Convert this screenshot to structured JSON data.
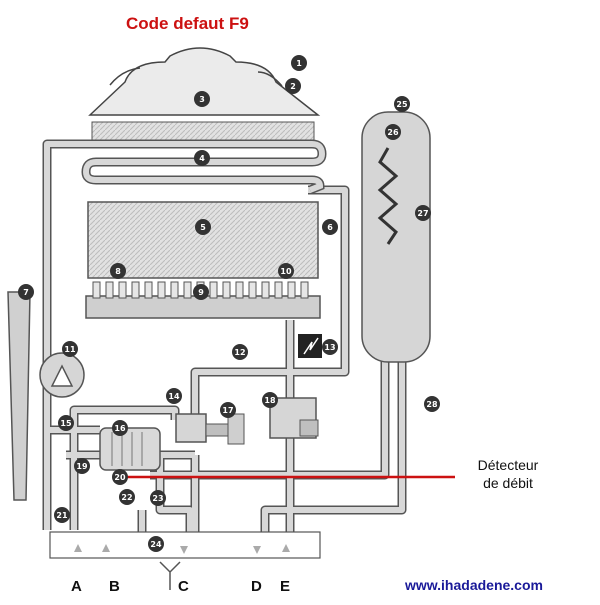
{
  "title": "Code defaut F9",
  "annotation": {
    "line1": "Détecteur",
    "line2": "de débit"
  },
  "website": "www.ihadadene.com",
  "ports": [
    "A",
    "B",
    "C",
    "D",
    "E"
  ],
  "markers": [
    "1",
    "2",
    "3",
    "4",
    "5",
    "6",
    "7",
    "8",
    "9",
    "10",
    "11",
    "12",
    "13",
    "14",
    "15",
    "16",
    "17",
    "18",
    "19",
    "20",
    "21",
    "22",
    "23",
    "24",
    "25",
    "26",
    "27",
    "28"
  ],
  "colors": {
    "title": "#cc1111",
    "highlight_line": "#cc1111",
    "pipe": "#d8d8d8",
    "pipe_outline": "#555555",
    "marker": "#333333",
    "website": "#1a1a99"
  }
}
